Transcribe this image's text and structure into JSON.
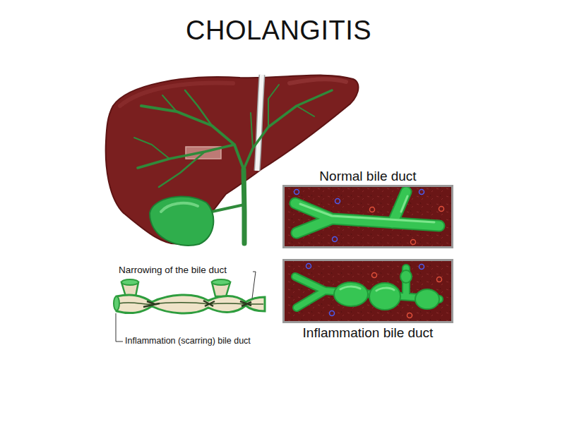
{
  "diagram": {
    "title": "CHOLANGITIS",
    "nodes": [
      {
        "text": [
          "Normal bile duct"
        ]
      },
      {
        "text": [
          "Inflammation bile duct"
        ]
      }
    ],
    "labels": [
      "Narrowing of the bile duct",
      "Inflammation (scarring) bile duct"
    ]
  }
}
